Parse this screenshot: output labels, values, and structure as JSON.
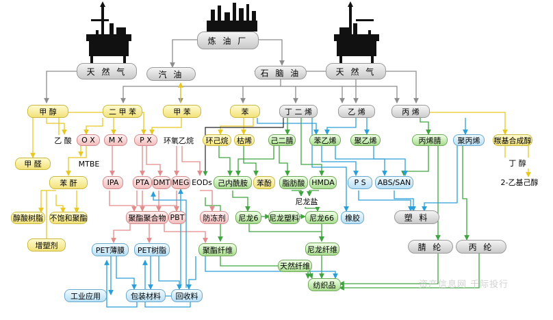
{
  "nodes": {
    "refinery": "炼 油 厂",
    "natgas_left": "天 然 气",
    "natgas_right": "天 然 气",
    "gasoline": "汽 油",
    "naphtha": "石 脑 油",
    "methanol": "甲 醇",
    "xylene": "二 甲 苯",
    "toluene": "甲 苯",
    "benzene": "苯",
    "butadiene": "丁 二 烯",
    "ethylene": "乙 烯",
    "propylene": "丙 烯",
    "acetic_acid": "乙 酸",
    "ox": "O X",
    "mx": "M X",
    "px": "P X",
    "ethylene_oxide": "环氧乙烷",
    "cyclohexane": "环己烷",
    "cumene": "枯烯",
    "adiponitrile": "己二腈",
    "styrene": "苯乙烯",
    "polyethylene": "聚乙烯",
    "acrylonitrile": "丙烯腈",
    "polypropylene": "聚丙烯",
    "oxo_alcohol": "羰基合成醇",
    "formaldehyde": "甲 醛",
    "mtbe": "MTBE",
    "butanol": "丁 醇",
    "ethylhexanol": "2-乙基己醇",
    "phthalic_anhydride": "苯 酐",
    "ipa": "IPA",
    "pta": "PTA",
    "dmt": "DMT",
    "meg": "MEG",
    "eods": "EODs",
    "caprolactam": "己内酰胺",
    "phenol": "苯酚",
    "adipic_acid": "脂肪酸",
    "hmda": "HMDA",
    "ps": "P S",
    "abs_san": "ABS/SAN",
    "alkyd_resin": "醇酸树脂",
    "unsat_polyester": "不饱和聚酯",
    "nylon_salt": "尼龙盐",
    "polyester_compound": "聚酯聚合物",
    "pbt": "PBT",
    "antifreeze": "防冻剂",
    "nylon6": "尼龙6",
    "nylon_plastic": "尼龙塑料",
    "nylon66": "尼龙66",
    "rubber": "橡胶",
    "plastics": "塑 料",
    "plasticizer": "增塑剂",
    "pet_film": "PET薄膜",
    "pet_resin": "PET树脂",
    "polyester_fiber": "聚酯纤维",
    "nylon_fiber": "尼龙纤维",
    "acrylic": "腈 纶",
    "polypropylene_fiber": "丙 纶",
    "natural_fiber": "天然纤维",
    "textiles": "纺织品",
    "industrial_use": "工业应用",
    "packaging": "包装材料",
    "recycled": "回收料"
  },
  "colors": {
    "gray": "#8c8c8c",
    "yellow": "#e8c820",
    "green": "#3fa33f",
    "pink": "#e38a8a",
    "blue": "#2a9ed8",
    "black": "#222222"
  },
  "watermark": "资产信息网 千际投行"
}
